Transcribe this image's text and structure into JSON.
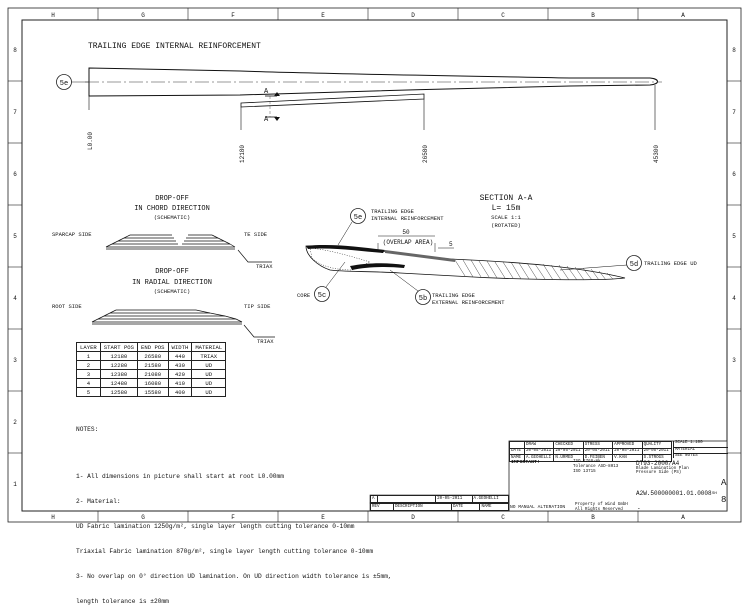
{
  "drawing": {
    "title": "TRAILING EDGE INTERNAL REINFORCEMENT",
    "callout_main": "5e",
    "section_mark": "A",
    "stations": [
      "L0.00",
      "12180",
      "26580",
      "45300"
    ]
  },
  "chord": {
    "title_1": "DROP-OFF",
    "title_2": "IN CHORD DIRECTION",
    "schematic": "(SCHEMATIC)",
    "left_label": "SPARCAP SIDE",
    "right_label": "TE SIDE",
    "triax": "TRIAX"
  },
  "radial": {
    "title_1": "DROP-OFF",
    "title_2": "IN RADIAL DIRECTION",
    "schematic": "(SCHEMATIC)",
    "left_label": "ROOT SIDE",
    "right_label": "TIP SIDE",
    "triax": "TRIAX"
  },
  "section": {
    "title": "SECTION A-A",
    "length": "L= 15m",
    "scale": "SCALE  1:1",
    "rotated": "(ROTATED)",
    "dim_50": "50",
    "overlap": "(OVERLAP AREA)",
    "dim_5": "5",
    "c5e": "5e",
    "c5e_label_1": "TRAILING EDGE",
    "c5e_label_2": "INTERNAL REINFORCEMENT",
    "c5d": "5d",
    "c5d_label": "TRAILING EDGE UD",
    "c5c": "5c",
    "core": "CORE",
    "c5b": "5b",
    "c5b_label_1": "TRAILING EDGE",
    "c5b_label_2": "EXTERNAL REINFORCEMENT"
  },
  "layer_table": {
    "headers": [
      "LAYER",
      "START POS",
      "END POS",
      "WIDTH",
      "MATERIAL"
    ],
    "rows": [
      [
        "1",
        "12180",
        "26580",
        "440",
        "TRIAX"
      ],
      [
        "2",
        "12280",
        "21580",
        "430",
        "UD"
      ],
      [
        "3",
        "12380",
        "21080",
        "420",
        "UD"
      ],
      [
        "4",
        "12480",
        "16080",
        "410",
        "UD"
      ],
      [
        "5",
        "12580",
        "15580",
        "400",
        "UD"
      ]
    ]
  },
  "notes": {
    "heading": "NOTES:",
    "lines": [
      "1- All dimensions in picture shall start at root L0.00mm",
      "2- Material:",
      "   UD Fabric lamination 1250g/m², single layer length cutting tolerance 0-10mm",
      "   Triaxial Fabric lamination 870g/m², single layer length cutting tolerance 0-10mm",
      "3- No overlap on 0° direction UD lamination. On UD direction width tolerance is ±5mm,",
      "   length tolerance is ±20mm"
    ]
  },
  "grid": {
    "columns": [
      "H",
      "G",
      "F",
      "E",
      "D",
      "C",
      "B",
      "A"
    ],
    "rows": [
      "8",
      "7",
      "6",
      "5",
      "4",
      "3",
      "2",
      "1"
    ]
  },
  "title_block": {
    "head": [
      "DRAW",
      "CHECKED",
      "STRESS",
      "APPROVED",
      "QUALITY"
    ],
    "date_label": "DATE",
    "name_label": "NAME",
    "dates": [
      "20-05-2011",
      "20-05-2011",
      "20-05-2011",
      "20-05-2011",
      "20-05-2011"
    ],
    "names": [
      "A.GEOHELLI",
      "N.URMED",
      "D.FEIBEN",
      "V.KAN",
      "S.STROGS"
    ],
    "important": "IMPORTANT!",
    "iso_1": "ISO 2768-mk",
    "iso_2": "Tolerance ASD-8013",
    "iso_3": "ISO 13715",
    "scale": "SCALE 1:100",
    "material": "MATERIAL",
    "see_notes": "SEE NOTES",
    "doc_no": "DT93-2000/A4",
    "desc_1": "Blade Lamination Plan",
    "desc_2": "Pressure Side (PS)",
    "drawing_no": "A2W.500000001.01.0008",
    "sheet_label": "SH",
    "sheet_no": "8",
    "rev": "A",
    "rev_row": [
      "A",
      "",
      "",
      "20-05-2011",
      "A.GEOHELLI"
    ],
    "rev_head": [
      "REV",
      "DESCRIPTION",
      "DATE",
      "NAME"
    ],
    "no_manual": "NO MANUAL ALTERATION",
    "property": "Property of Wind GmbH",
    "rights": "All Rights Reserved",
    "dash": "-"
  }
}
